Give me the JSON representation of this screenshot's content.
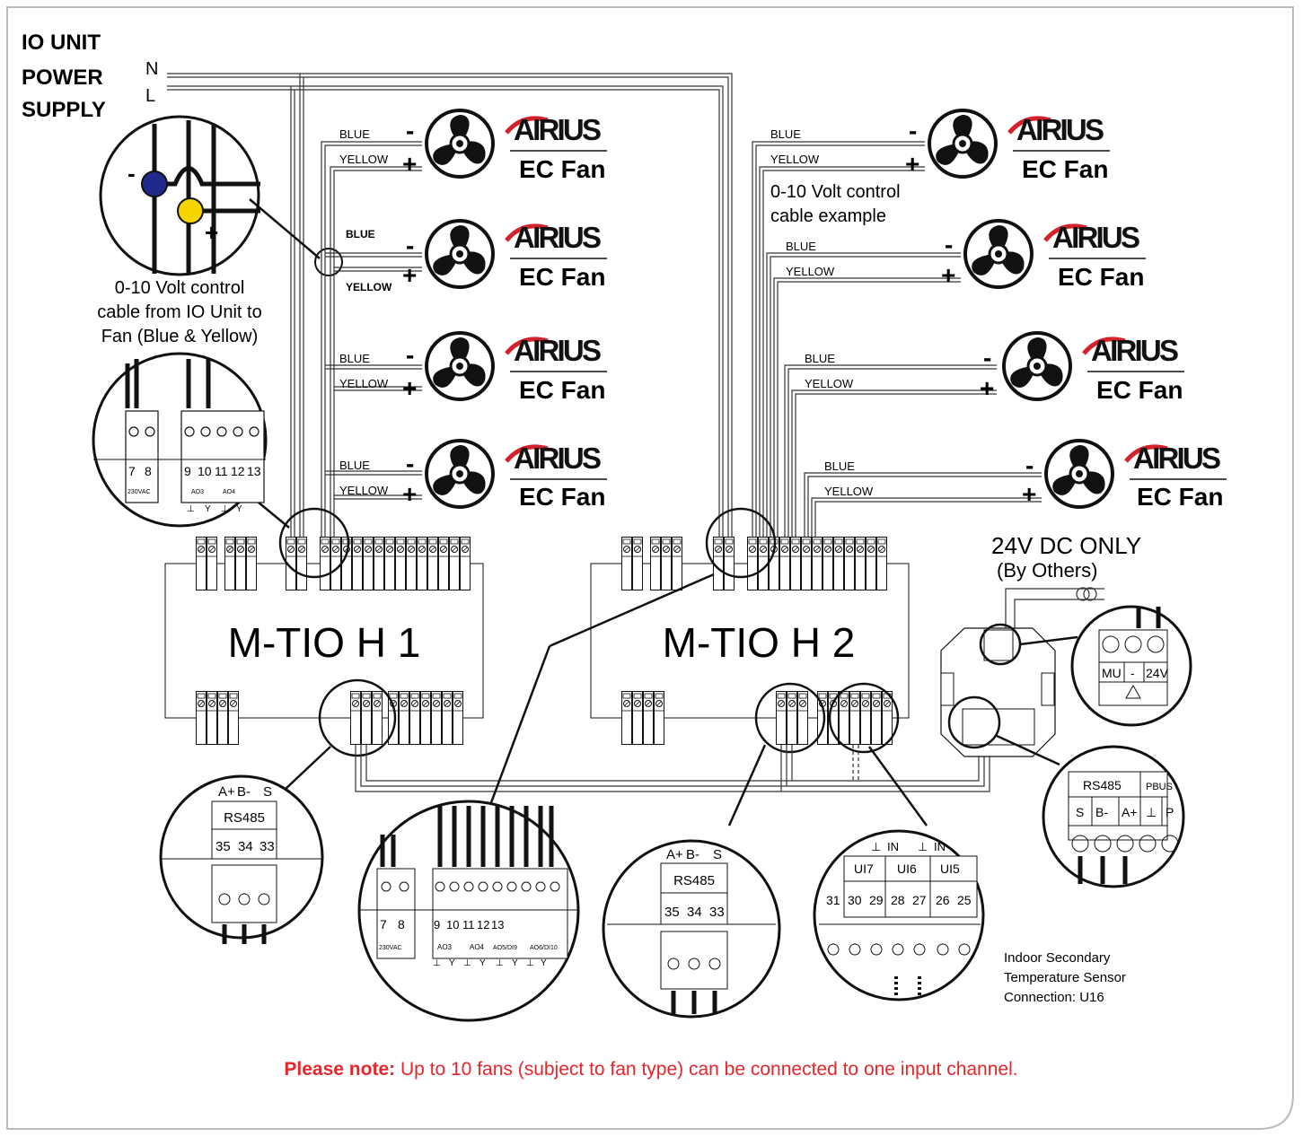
{
  "supply": {
    "line1": "IO UNIT",
    "line2": "POWER",
    "line3": "SUPPLY",
    "n": "N",
    "l": "L"
  },
  "zoom_label": {
    "line1": "0-10 Volt control",
    "line2": "cable from IO Unit to",
    "line3": "Fan (Blue & Yellow)"
  },
  "cable_example": {
    "line1": "0-10 Volt control",
    "line2": "cable example"
  },
  "fan_brand": "AIRIUS",
  "fan_type": "EC Fan",
  "wires": {
    "blue": "BLUE",
    "yellow": "YELLOW",
    "minus": "-",
    "plus": "+"
  },
  "units": {
    "h1": "M-TIO H 1",
    "h2": "M-TIO H 2"
  },
  "psu": {
    "title": "24V DC ONLY",
    "subtitle": "(By Others)",
    "mu": "MU",
    "minus": "-",
    "v24": "24V"
  },
  "terminals_ao": [
    "7",
    "8",
    "9",
    "10",
    "11",
    "12",
    "13"
  ],
  "terminal_labels": {
    "vac": "230VAC",
    "ao3": "AO3",
    "ao4": "AO4",
    "ao5": "AO5/DI9",
    "ao6": "AO6/DI10",
    "y": "Y",
    "gnd": "⊥"
  },
  "rs485": {
    "title": "RS485",
    "a": "A+",
    "b": "B-",
    "s": "S",
    "t35": "35",
    "t34": "34",
    "t33": "33"
  },
  "ui": {
    "ui7": "UI7",
    "ui6": "UI6",
    "ui5": "UI5",
    "in": "IN",
    "t": [
      "31",
      "30",
      "29",
      "28",
      "27",
      "26",
      "25"
    ]
  },
  "bus": {
    "rs485": "RS485",
    "pbus": "PBUS",
    "s": "S",
    "b": "B-",
    "a": "A+",
    "g": "⊥",
    "p": "P"
  },
  "sensor": {
    "line1": "Indoor Secondary",
    "line2": "Temperature Sensor",
    "line3": "Connection: U16"
  },
  "note": {
    "bold": "Please note:",
    "text": " Up to 10 fans (subject to fan type) can be connected to one input channel."
  },
  "colors": {
    "blue_dot": "#1f2a8c",
    "yellow_dot": "#f5d400",
    "brand_red": "#d3222a",
    "note_red": "#e8262a"
  }
}
